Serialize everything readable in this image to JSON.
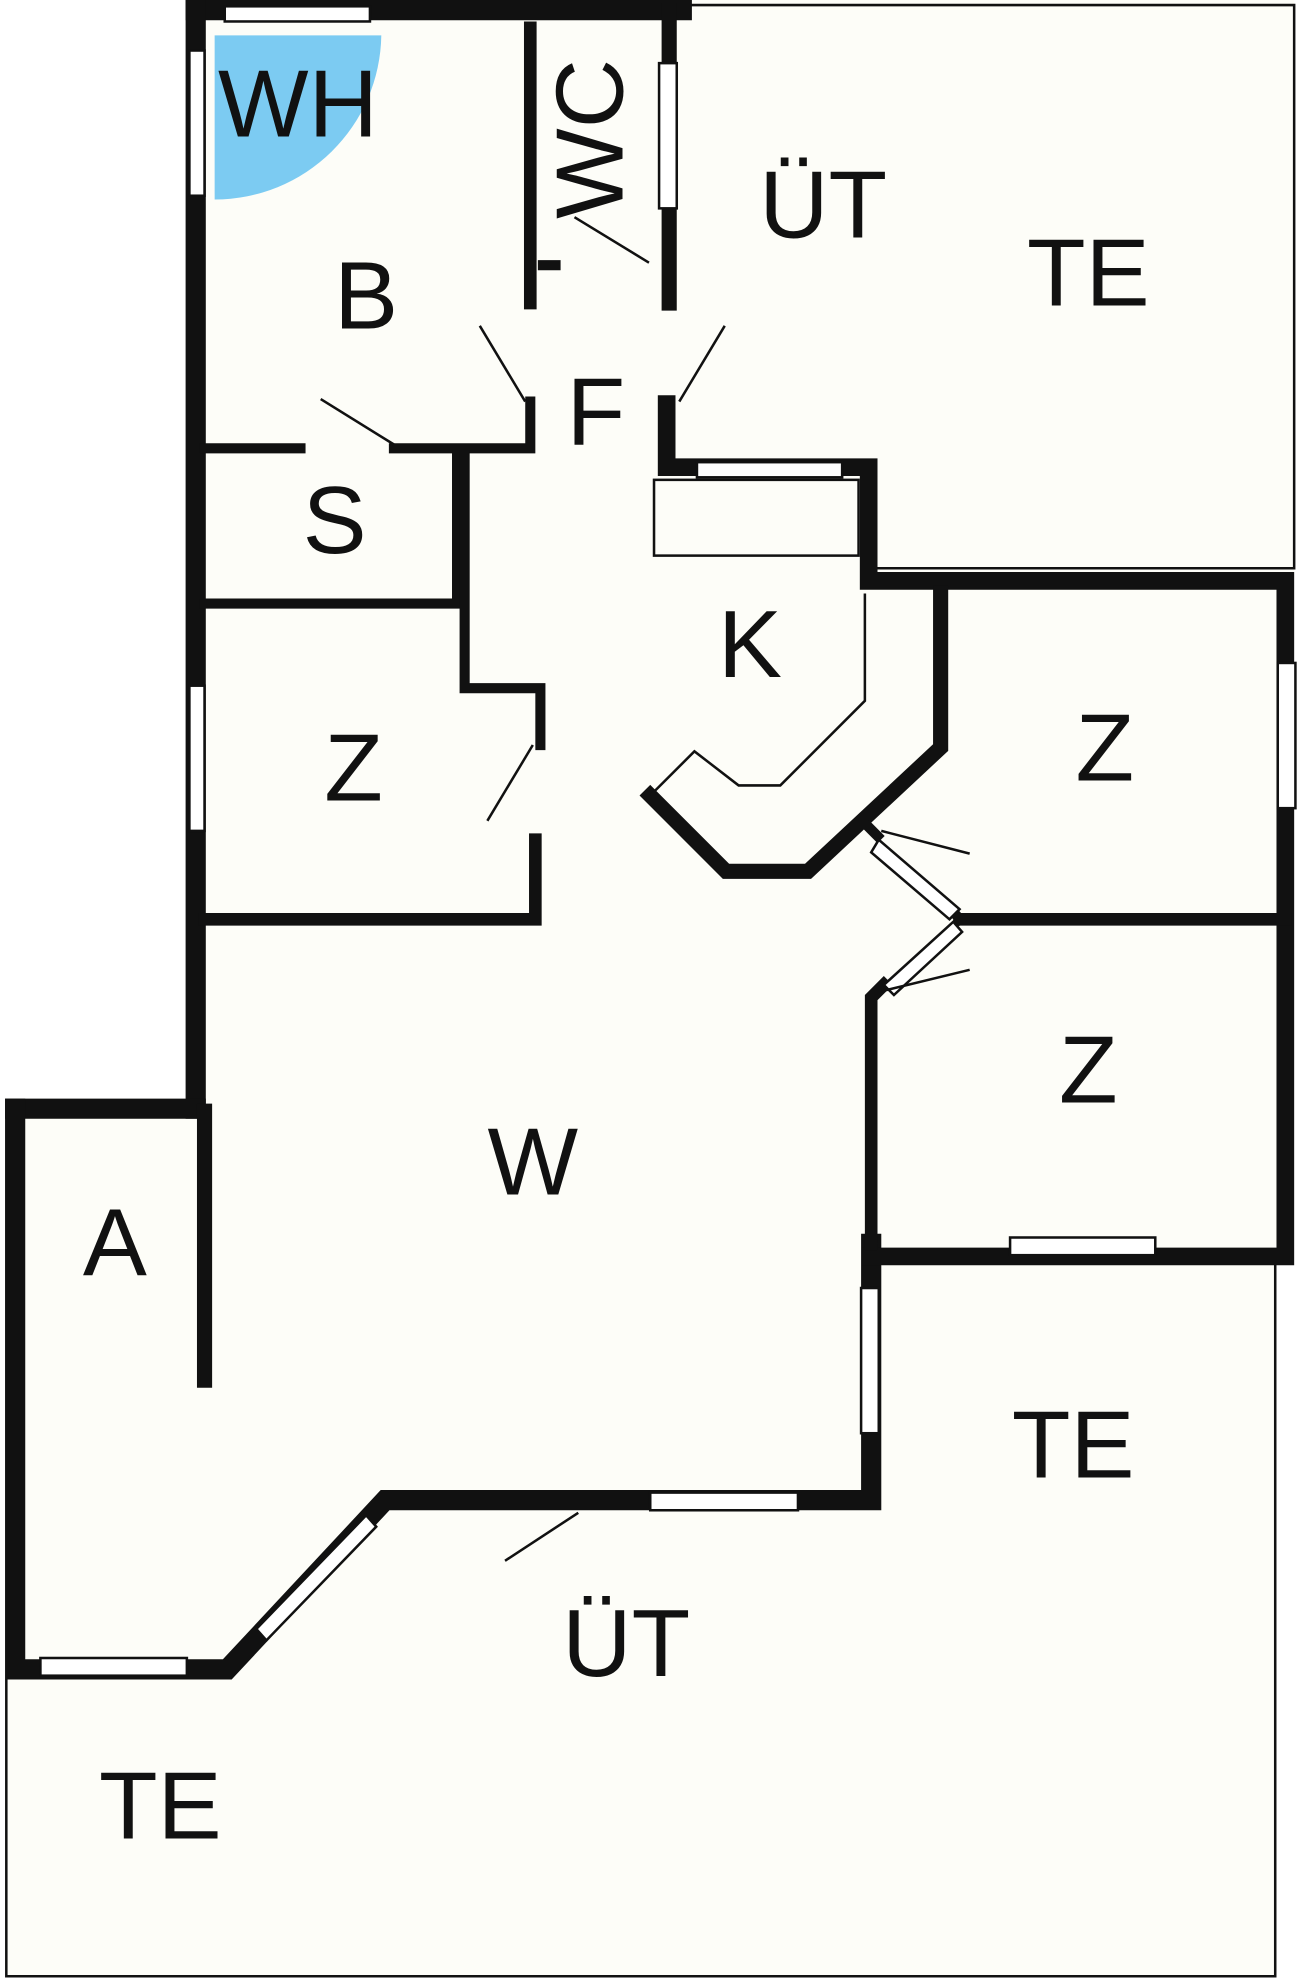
{
  "title": "Floor plan",
  "colors": {
    "floor": "#fdfdf8",
    "wall": "#111111",
    "wh_marker": "#7ccbf2"
  },
  "rooms": {
    "wh": "WH",
    "wc": "WC",
    "ut_top": "ÜT",
    "te_top": "TE",
    "b": "B",
    "f": "F",
    "s": "S",
    "k": "K",
    "z_left": "Z",
    "z_right_upper": "Z",
    "z_right_lower": "Z",
    "w": "W",
    "a": "A",
    "te_right": "TE",
    "ut_bottom": "ÜT",
    "te_bottom": "TE"
  }
}
